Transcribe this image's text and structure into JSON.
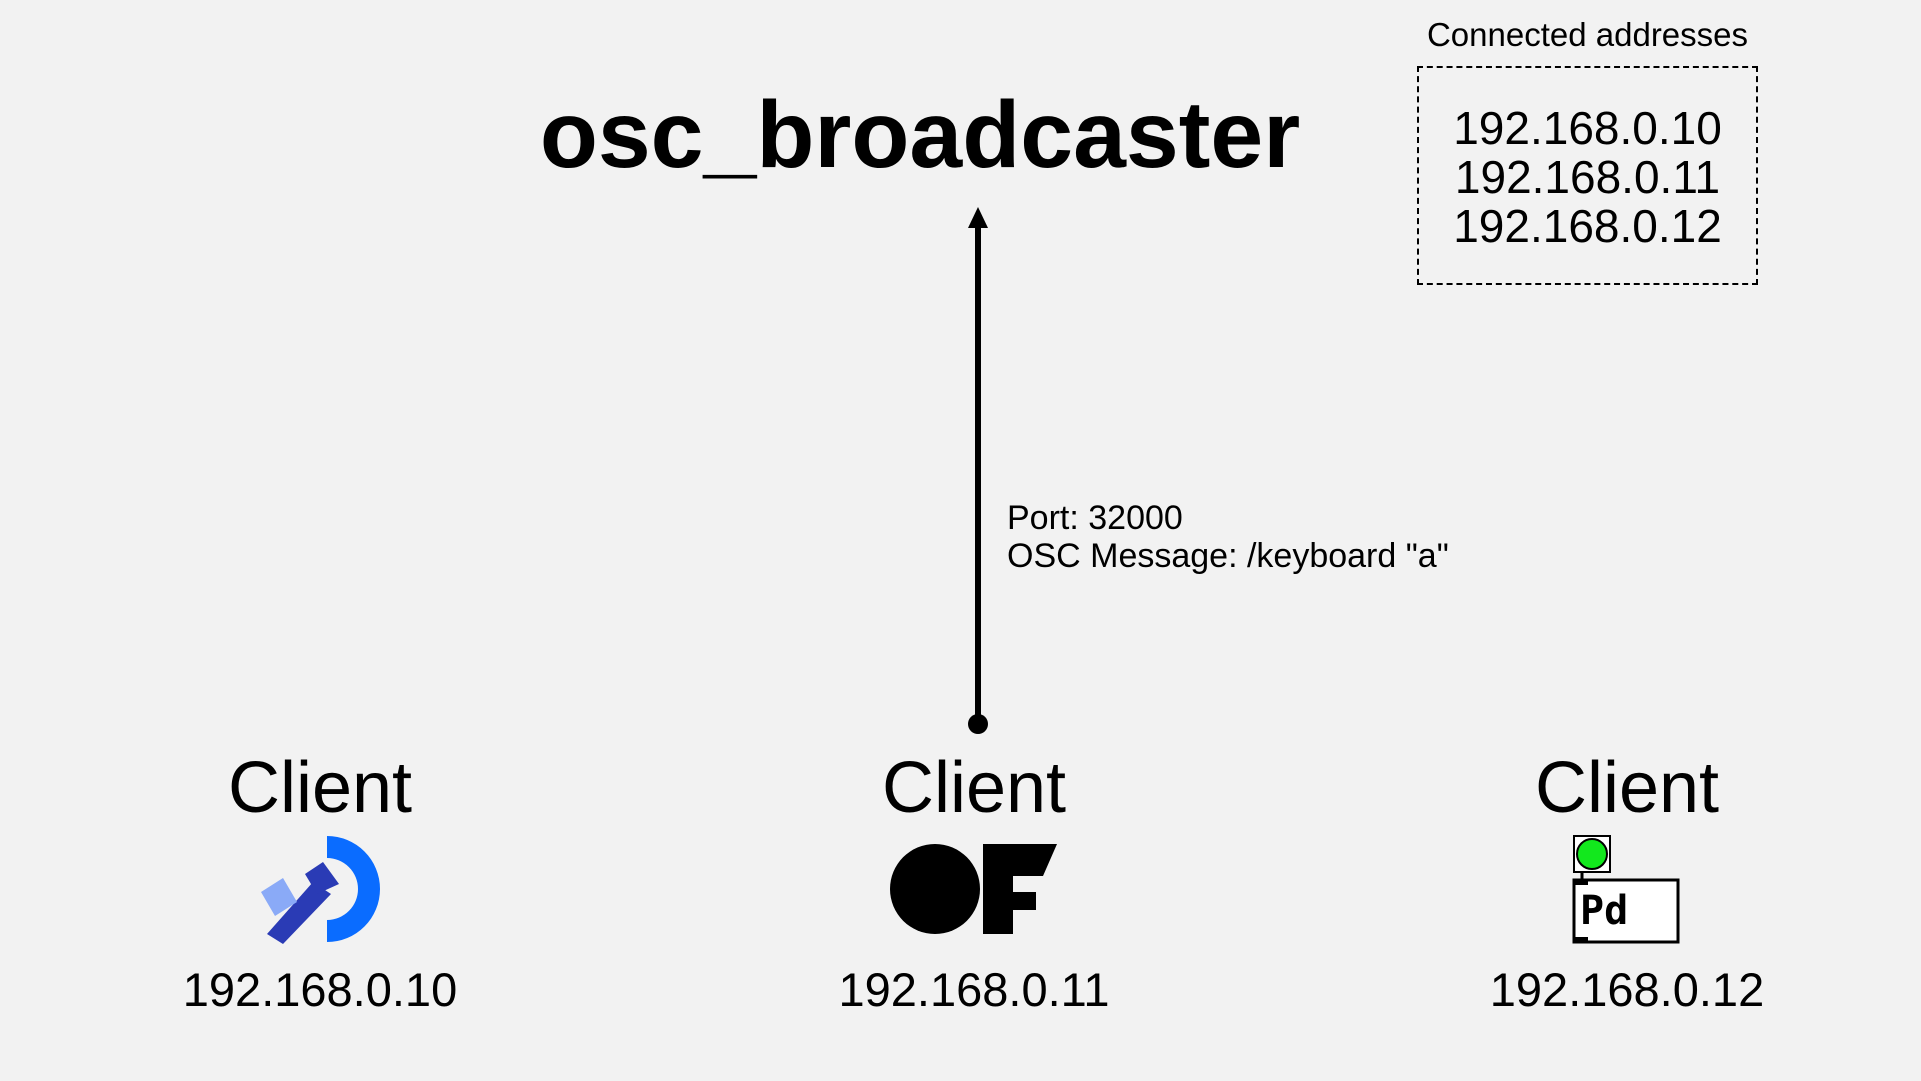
{
  "diagram": {
    "title": "osc_broadcaster",
    "connected": {
      "heading": "Connected addresses",
      "addresses": [
        "192.168.0.10",
        "192.168.0.11",
        "192.168.0.12"
      ]
    },
    "message": {
      "port": "Port: 32000",
      "osc": "OSC Message: /keyboard \"a\""
    },
    "clients": [
      {
        "label": "Client",
        "ip": "192.168.0.10",
        "logo": "dplus-logo-icon",
        "colors": {
          "dark": "#2a3bb5",
          "light": "#8aaaf7",
          "accent": "#0a6cff"
        }
      },
      {
        "label": "Client",
        "ip": "192.168.0.11",
        "logo": "openframeworks-logo-icon",
        "colors": {
          "dark": "#000000"
        }
      },
      {
        "label": "Client",
        "ip": "192.168.0.12",
        "logo": "pure-data-logo-icon",
        "colors": {
          "bang": "#12e81d",
          "dark": "#000000"
        }
      }
    ]
  }
}
